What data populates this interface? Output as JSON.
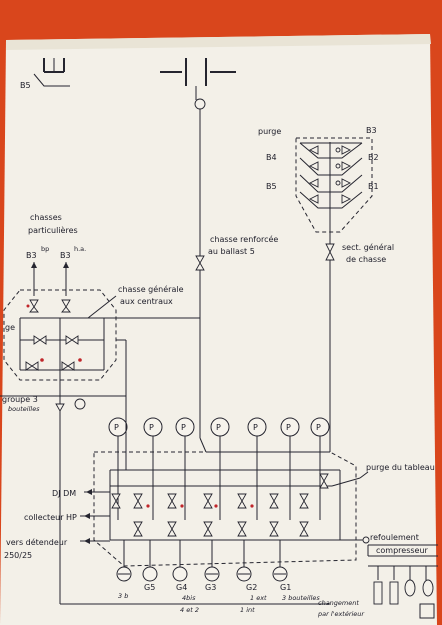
{
  "labels": {
    "b5_top": "B5",
    "purge_top": "purge",
    "b3": "B3",
    "b4": "B4",
    "b2": "B2",
    "b5_mid": "B5",
    "b1": "B1",
    "sect_general_1": "sect. général",
    "sect_general_2": "de chasse",
    "chasses_part_1": "chasses",
    "chasses_part_2": "particulières",
    "b3_bp": "B3",
    "b3_bp_sup": "bp",
    "b3_ha": "B3",
    "b3_ha_sup": "h.a.",
    "chasse_renforcee_1": "chasse renforcée",
    "chasse_renforcee_2": "au ballast 5",
    "chasse_generale_1": "chasse générale",
    "chasse_generale_2": "aux centraux",
    "ge": "ge",
    "groupe3": "groupe 3",
    "bouteilles_left": "bouteilles",
    "purge_tableau": "purge du tableau",
    "dj_dm": "DJ DM",
    "collecteur_hp": "collecteur HP",
    "vers_detendeur": "vers détendeur",
    "ratio": "250/25",
    "refoulement": "refoulement",
    "compresseur": "compresseur",
    "g5": "G5",
    "g4": "G4",
    "g3": "G3",
    "g2": "G2",
    "g1": "G1",
    "three_b": "3 b",
    "four_bis": "4bis",
    "four_et_2": "4 et 2",
    "one_ext": "1 ext",
    "one_int": "1 int",
    "three_bouteilles": "3 bouteilles",
    "changement_1": "changement",
    "changement_2": "par l'extérieur",
    "manometer": "P"
  },
  "colors": {
    "paper": "#f3f0e8",
    "background": "#d9461c",
    "ink": "#25252f",
    "red_marks": "#c0262a"
  }
}
